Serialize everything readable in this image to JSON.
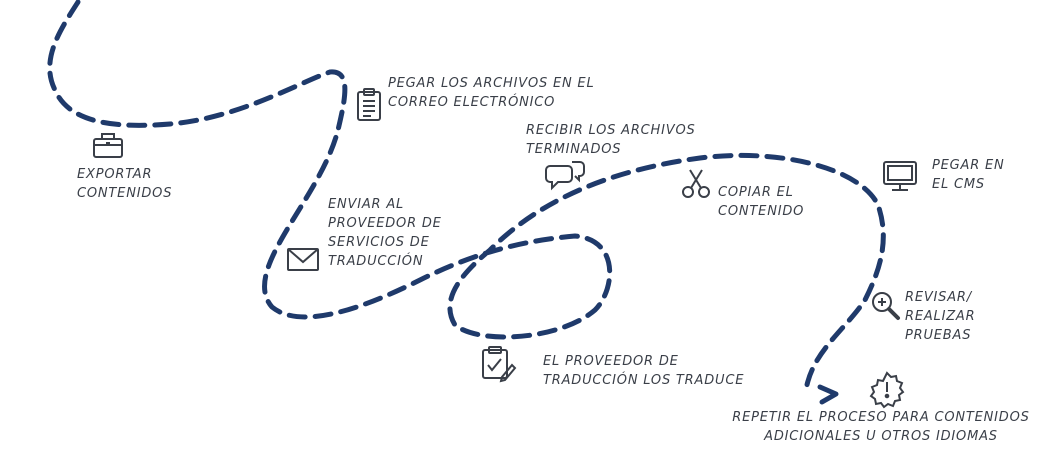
{
  "colors": {
    "path": "#1f3a6b",
    "icon": "#3a3f48",
    "text": "#3a3f48",
    "background": "#ffffff"
  },
  "steps": [
    {
      "id": "export",
      "icon": "toolbox-icon",
      "label": "EXPORTAR\nCONTENIDOS"
    },
    {
      "id": "paste-email",
      "icon": "clipboard-icon",
      "label": "PEGAR LOS ARCHIVOS EN EL\nCORREO ELECTRÓNICO"
    },
    {
      "id": "send",
      "icon": "envelope-icon",
      "label": "ENVIAR AL\nPROVEEDOR DE\nSERVICIOS DE\nTRADUCCIÓN"
    },
    {
      "id": "receive",
      "icon": "chat-bubbles-icon",
      "label": "RECIBIR LOS ARCHIVOS\nTERMINADOS"
    },
    {
      "id": "translate",
      "icon": "checklist-pencil-icon",
      "label": "EL PROVEEDOR DE\nTRADUCCIÓN LOS TRADUCE"
    },
    {
      "id": "copy",
      "icon": "scissors-icon",
      "label": "COPIAR EL\nCONTENIDO"
    },
    {
      "id": "paste-cms",
      "icon": "monitor-icon",
      "label": "PEGAR EN\nEL CMS"
    },
    {
      "id": "review",
      "icon": "magnifier-icon",
      "label": "REVISAR/\nREALIZAR\nPRUEBAS"
    },
    {
      "id": "repeat",
      "icon": "alert-badge-icon",
      "label": "REPETIR EL PROCESO PARA CONTENIDOS\nADICIONALES U OTROS IDIOMAS"
    }
  ]
}
